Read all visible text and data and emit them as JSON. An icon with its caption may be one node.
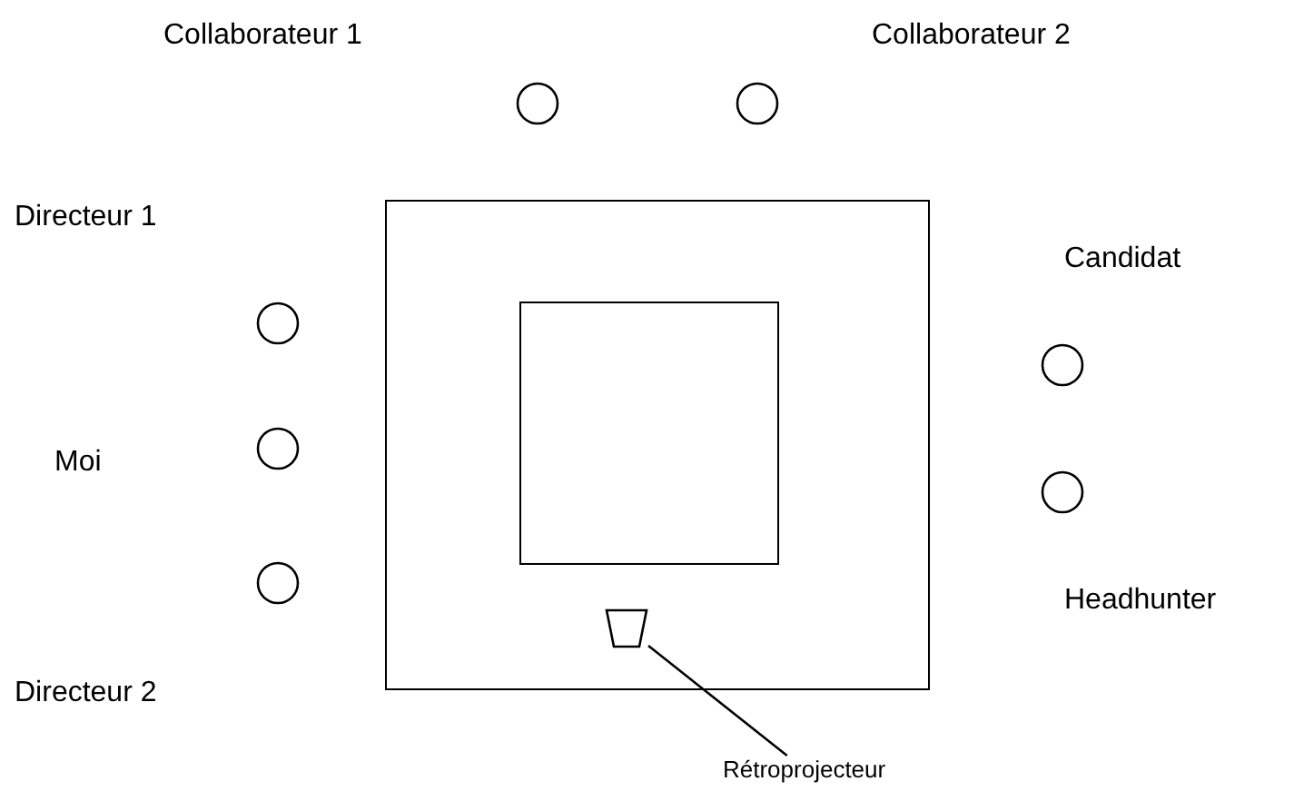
{
  "diagram": {
    "nodes": [
      {
        "text": [],
        "shape": "box"
      },
      {
        "text": [],
        "shape": "box",
        "in": 0
      },
      {
        "text": [],
        "shape": "trapezoid",
        "in": 0
      },
      {
        "text": [
          "Rétroprojecteur"
        ]
      },
      {
        "text": [],
        "shape": "circle"
      },
      {
        "text": [],
        "shape": "circle"
      },
      {
        "text": [],
        "shape": "circle"
      },
      {
        "text": [],
        "shape": "circle"
      },
      {
        "text": [],
        "shape": "circle"
      },
      {
        "text": [],
        "shape": "circle"
      },
      {
        "text": [],
        "shape": "circle"
      }
    ],
    "edges": [
      {
        "from": 3,
        "to": 2,
        "arrow": "none"
      }
    ],
    "labels": [
      "Collaborateur 1",
      "Collaborateur 2",
      "Directeur 1",
      "Candidat",
      "Moi",
      "Headhunter",
      "Directeur 2"
    ]
  }
}
